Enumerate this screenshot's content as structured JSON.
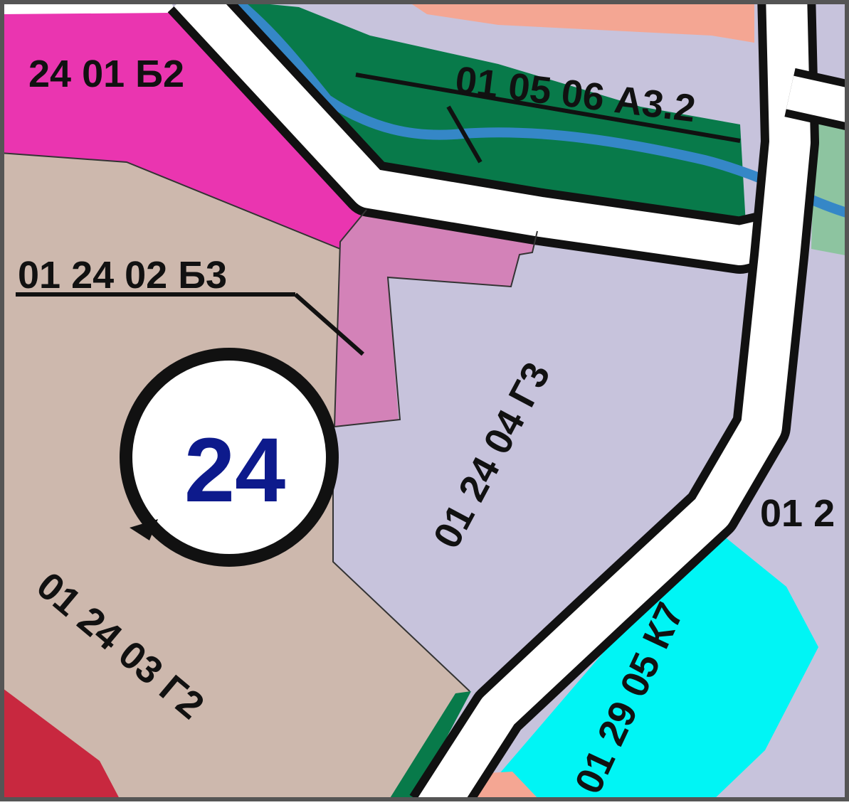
{
  "colors": {
    "frame": "#555555",
    "road_fill": "#ffffff",
    "road_edge": "#111111",
    "zone_b2_magenta": "#ea35b0",
    "zone_b3_pink": "#d382b8",
    "zone_g2_tan": "#cdb8ad",
    "zone_g3_lavender": "#c7c3dc",
    "zone_k7_cyan": "#00f5f5",
    "zone_a32_green": "#087a4a",
    "zone_salmon": "#f4a693",
    "zone_crimson": "#c8283f",
    "zone_light_green": "#8dc4a0",
    "river": "#3587c7",
    "district_number": "#0d1a8c",
    "label_text": "#111111"
  },
  "map": {
    "district": {
      "number": "24"
    },
    "zones": [
      {
        "id": "b2",
        "label": "24 01 Б2"
      },
      {
        "id": "a32",
        "label": "01 05 06 А3.2"
      },
      {
        "id": "b3",
        "label": "01 24 02 Б3"
      },
      {
        "id": "g3",
        "label": "01 24 04 Г3"
      },
      {
        "id": "g2",
        "label": "01 24 03 Г2"
      },
      {
        "id": "k7",
        "label": "01 29 05 К7"
      },
      {
        "id": "edge",
        "label": "01 2"
      }
    ]
  }
}
